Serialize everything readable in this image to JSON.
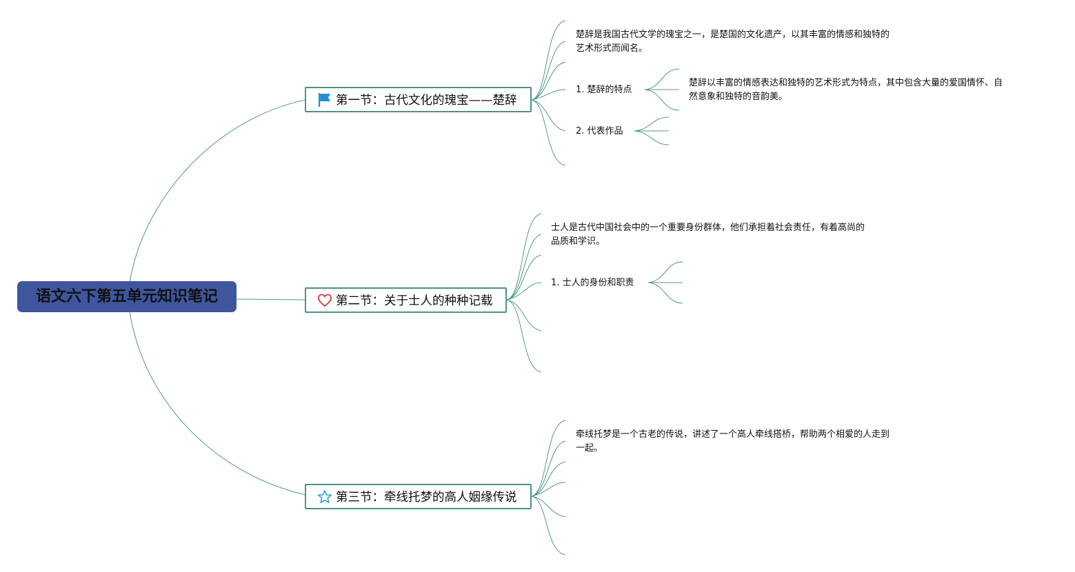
{
  "root": {
    "title": "语文六下第五单元知识笔记"
  },
  "sections": [
    {
      "title": "第一节：古代文化的瑰宝——楚辞",
      "icon": "flag-icon",
      "note": "楚辞是我国古代文学的瑰宝之一，是楚国的文化遗产，以其丰富的情感和独特的\n艺术形式而闻名。",
      "items": [
        {
          "label": "1. 楚辞的特点",
          "detail": "楚辞以丰富的情感表达和独特的艺术形式为特点，其中包含大量的爱国情怀、自\n然意象和独特的音韵美。"
        },
        {
          "label": "2. 代表作品"
        }
      ]
    },
    {
      "title": "第二节：关于士人的种种记载",
      "icon": "heart-icon",
      "note": "士人是古代中国社会中的一个重要身份群体，他们承担着社会责任，有着高尚的\n品质和学识。",
      "items": [
        {
          "label": "1. 士人的身份和职责"
        }
      ]
    },
    {
      "title": "第三节：牵线托梦的高人姻缘传说",
      "icon": "star-icon",
      "note": "牵线托梦是一个古老的传说，讲述了一个高人牵线搭桥，帮助两个相爱的人走到\n一起。"
    }
  ],
  "colors": {
    "root_fill": "#3f559e",
    "connector": "#4f9a85",
    "section_border": "#4f8f86",
    "flag": "#1e8fd6",
    "heart": "#d0343b",
    "star": "#2b9fd6"
  }
}
